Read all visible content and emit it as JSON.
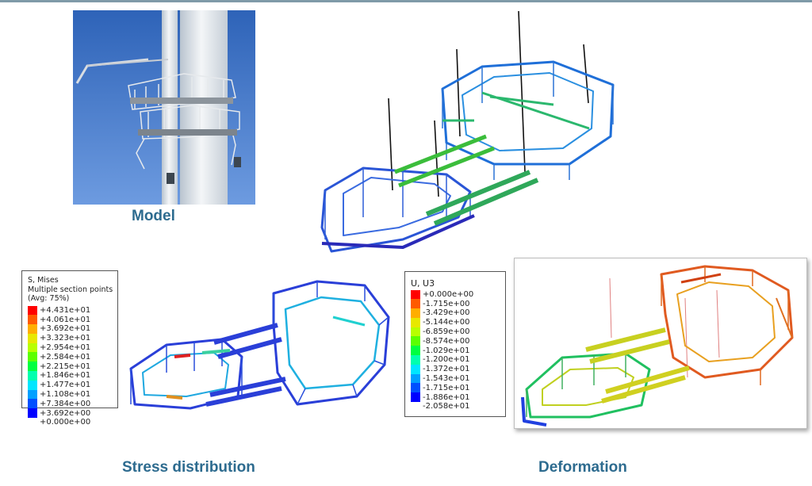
{
  "captions": {
    "model": "Model",
    "stress": "Stress distribution",
    "deformation": "Deformation"
  },
  "stress_legend": {
    "header": [
      "S, Mises",
      "Multiple section points",
      "(Avg: 75%)"
    ],
    "values": [
      "+4.431e+01",
      "+4.061e+01",
      "+3.692e+01",
      "+3.323e+01",
      "+2.954e+01",
      "+2.584e+01",
      "+2.215e+01",
      "+1.846e+01",
      "+1.477e+01",
      "+1.108e+01",
      "+7.384e+00",
      "+3.692e+00",
      "+0.000e+00"
    ],
    "colors": [
      "#ff0000",
      "#ff5a00",
      "#ffae00",
      "#e8e800",
      "#b8ff00",
      "#5cff00",
      "#00ff40",
      "#00ffae",
      "#00e6ff",
      "#00a0ff",
      "#0050ff",
      "#0000ff"
    ]
  },
  "deformation_legend": {
    "header": [
      "U, U3"
    ],
    "values": [
      "+0.000e+00",
      "-1.715e+00",
      "-3.429e+00",
      "-5.144e+00",
      "-6.859e+00",
      "-8.574e+00",
      "-1.029e+01",
      "-1.200e+01",
      "-1.372e+01",
      "-1.543e+01",
      "-1.715e+01",
      "-1.886e+01",
      "-2.058e+01"
    ],
    "colors": [
      "#ff0000",
      "#ff5a00",
      "#ffae00",
      "#e8e800",
      "#b8ff00",
      "#5cff00",
      "#00ff40",
      "#00ffae",
      "#00e6ff",
      "#00a0ff",
      "#0050ff",
      "#0000ff"
    ]
  }
}
